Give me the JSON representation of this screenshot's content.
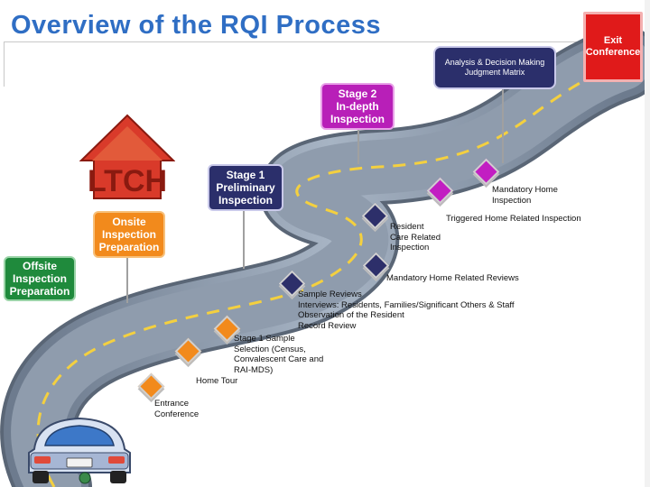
{
  "title": "Overview of the RQI Process",
  "boxes": {
    "analysis": "Analysis & Decision Making Judgment Matrix",
    "exit": [
      "Exit",
      "Conference"
    ],
    "stage2": [
      "Stage 2",
      "In-depth",
      "Inspection"
    ],
    "stage1": [
      "Stage 1",
      "Preliminary",
      "Inspection"
    ],
    "onsite": [
      "Onsite",
      "Inspection",
      "Preparation"
    ],
    "offsite": [
      "Offsite",
      "Inspection",
      "Preparation"
    ]
  },
  "labels": {
    "mandatory_home": [
      "Mandatory Home",
      "Inspection"
    ],
    "triggered": "Triggered Home Related Inspection",
    "resident_care": [
      "Resident",
      "Care Related",
      "Inspection"
    ],
    "mandatory_reviews": "Mandatory Home Related Reviews",
    "sample_reviews": [
      "Sample Reviews",
      "Interviews: Residents, Families/Significant Others & Staff",
      "Observation of the Resident",
      "Record Review"
    ],
    "stage1_sample": [
      "Stage 1 Sample",
      "Selection (Census,",
      "Convalescent Care and",
      "RAI-MDS)"
    ],
    "home_tour": "Home Tour",
    "entrance": [
      "Entrance",
      "Conference"
    ]
  },
  "logo_text": "LTCH",
  "colors": {
    "title": "#2f6ec4",
    "magenta": "#b81fb8",
    "navy": "#2b2f6b",
    "orange": "#f28a1c",
    "green": "#1f8a3c",
    "red": "#e01a1a",
    "road": "#8796a8"
  }
}
